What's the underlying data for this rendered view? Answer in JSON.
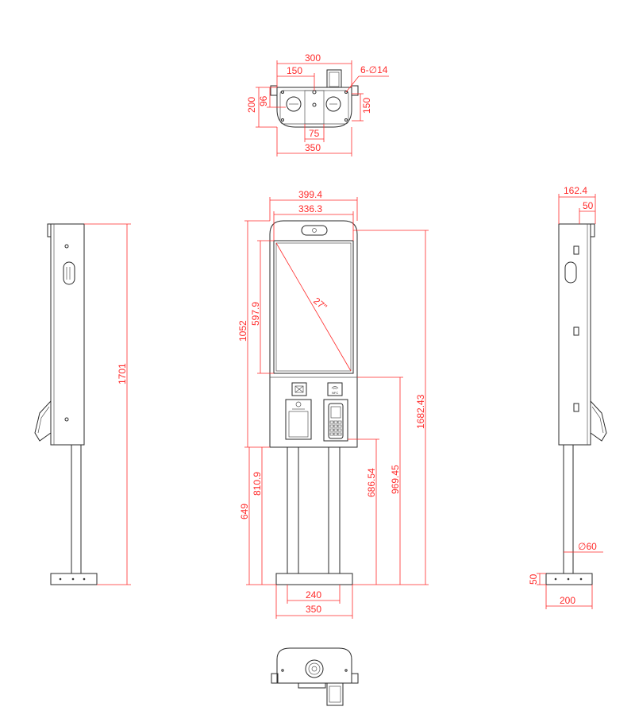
{
  "colors": {
    "dimension": "#ff2a2a",
    "outline": "#2a2a2a",
    "background": "#ffffff"
  },
  "icons": [
    "nfc-icon",
    "camera-icon",
    "printer-icon",
    "qr-scanner-icon",
    "speaker-icon"
  ],
  "top_view": {
    "width_300": "300",
    "width_150": "150",
    "holes": "6-∅14",
    "depth_200": "200",
    "depth_96": "96",
    "depth_150": "150",
    "offset_75": "75",
    "width_350": "350"
  },
  "front_view": {
    "outer_width": "399.4",
    "screen_width": "336.3",
    "screen_height": "597.9",
    "total_head_height": "1052",
    "screen_diag": "27\"",
    "nfc_label": "NFC",
    "total_height": "1682.43",
    "h_969": "969.45",
    "h_686": "686.54",
    "h_810": "810.9",
    "h_649": "649",
    "base_inner": "240",
    "base_outer": "350"
  },
  "left_view": {
    "height": "1701"
  },
  "right_view": {
    "depth": "162.4",
    "small_depth": "50",
    "pole_dia": "∅60",
    "base_height": "50",
    "base_width": "200"
  }
}
